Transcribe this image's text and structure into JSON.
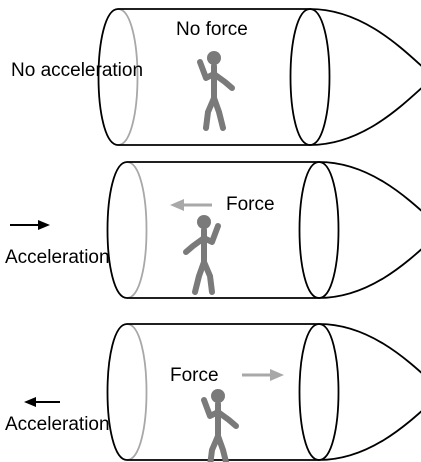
{
  "panels": [
    {
      "label": "No acceleration",
      "force_label": "No force",
      "force_direction": "none",
      "acceleration_direction": "none"
    },
    {
      "label": "Acceleration",
      "force_label": "Force",
      "force_direction": "left",
      "acceleration_direction": "right"
    },
    {
      "label": "Acceleration",
      "force_label": "Force",
      "force_direction": "right",
      "acceleration_direction": "left"
    }
  ],
  "colors": {
    "outline": "#000000",
    "figure": "#7a7a7a",
    "inner_edge": "#a8a8a8",
    "force_arrow": "#a8a8a8",
    "accel_arrow": "#000000"
  }
}
